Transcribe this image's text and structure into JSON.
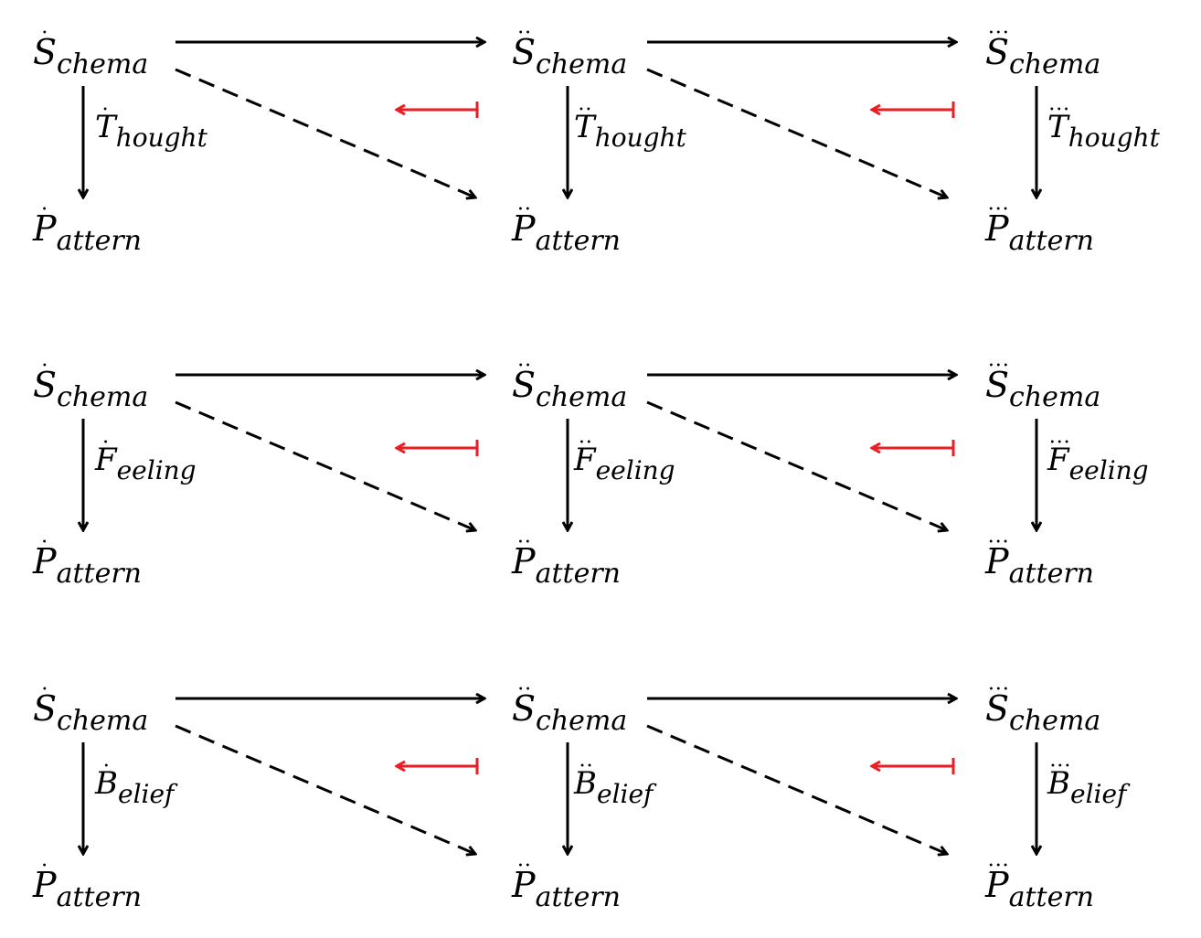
{
  "diagram": {
    "title": "",
    "colors": {
      "arrow": "#000000",
      "inverse_arrow": "#ee1c25"
    },
    "rows": [
      {
        "morphism": "Thought",
        "columns": [
          {
            "order_dots": "˙",
            "source": {
              "base": "S",
              "sub": "chema"
            },
            "label": {
              "base": "T",
              "sub": "hought"
            },
            "target": {
              "base": "P",
              "sub": "attern"
            }
          },
          {
            "order_dots": "¨",
            "source": {
              "base": "S",
              "sub": "chema"
            },
            "label": {
              "base": "T",
              "sub": "hought"
            },
            "target": {
              "base": "P",
              "sub": "attern"
            }
          },
          {
            "order_dots": "⋯",
            "source": {
              "base": "S",
              "sub": "chema"
            },
            "label": {
              "base": "T",
              "sub": "hought"
            },
            "target": {
              "base": "P",
              "sub": "attern"
            }
          }
        ]
      },
      {
        "morphism": "Feeling",
        "columns": [
          {
            "order_dots": "˙",
            "source": {
              "base": "S",
              "sub": "chema"
            },
            "label": {
              "base": "F",
              "sub": "eeling"
            },
            "target": {
              "base": "P",
              "sub": "attern"
            }
          },
          {
            "order_dots": "¨",
            "source": {
              "base": "S",
              "sub": "chema"
            },
            "label": {
              "base": "F",
              "sub": "eeling"
            },
            "target": {
              "base": "P",
              "sub": "attern"
            }
          },
          {
            "order_dots": "⋯",
            "source": {
              "base": "S",
              "sub": "chema"
            },
            "label": {
              "base": "F",
              "sub": "eeling"
            },
            "target": {
              "base": "P",
              "sub": "attern"
            }
          }
        ]
      },
      {
        "morphism": "Belief",
        "columns": [
          {
            "order_dots": "˙",
            "source": {
              "base": "S",
              "sub": "chema"
            },
            "label": {
              "base": "B",
              "sub": "elief"
            },
            "target": {
              "base": "P",
              "sub": "attern"
            }
          },
          {
            "order_dots": "¨",
            "source": {
              "base": "S",
              "sub": "chema"
            },
            "label": {
              "base": "B",
              "sub": "elief"
            },
            "target": {
              "base": "P",
              "sub": "attern"
            }
          },
          {
            "order_dots": "⋯",
            "source": {
              "base": "S",
              "sub": "chema"
            },
            "label": {
              "base": "B",
              "sub": "elief"
            },
            "target": {
              "base": "P",
              "sub": "attern"
            }
          }
        ]
      }
    ],
    "edges": {
      "horizontal": "solid arrow Schema(n) → Schema(n+1)",
      "vertical": "solid arrow Schema(n) → Pattern(n) labeled by morphism",
      "diagonal": "dashed arrow Schema(n) → Pattern(n+1)",
      "inverse": "red maps-to arrow pointing left (Pattern(n+1) ↤ ...)"
    }
  }
}
